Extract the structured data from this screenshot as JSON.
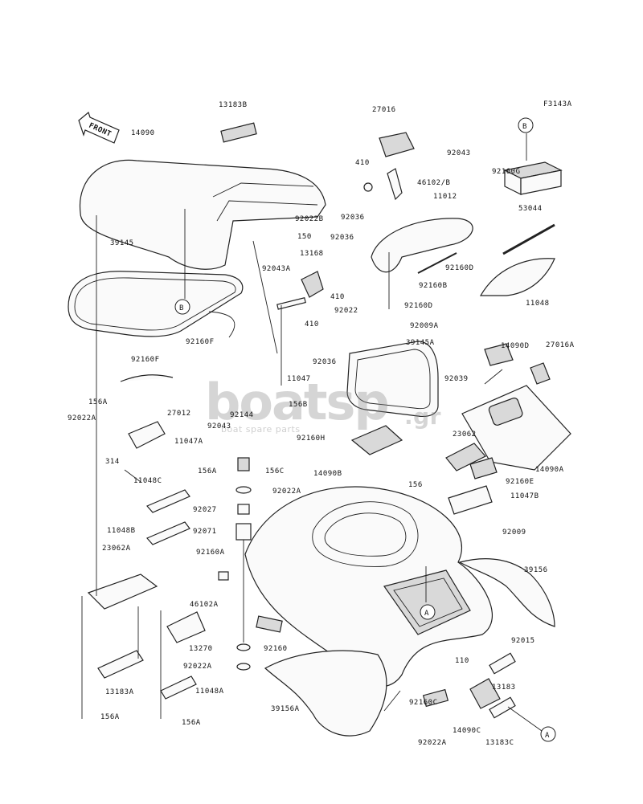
{
  "figure_code": "F3143A",
  "front_label": "FRONT",
  "watermark": {
    "brand": "boatsp",
    "suffix": ".gr",
    "tagline": "boat spare parts"
  },
  "callouts": {
    "a": "A",
    "b": "B"
  },
  "parts": {
    "p13183B": "13183B",
    "p27016": "27016",
    "p92043a": "92043",
    "p14090": "14090",
    "p410a": "410",
    "p46102B": "46102/B",
    "p92160G": "92160G",
    "p11012": "11012",
    "p92036a": "92036",
    "p92022B": "92022B",
    "p53044": "53044",
    "p150": "150",
    "p92036b": "92036",
    "p39145": "39145",
    "p13168": "13168",
    "p92043A": "92043A",
    "p92160D1": "92160D",
    "p410b": "410",
    "p92160B": "92160B",
    "p11048": "11048",
    "p92022a": "92022",
    "p92160D2": "92160D",
    "p92009A": "92009A",
    "p410c": "410",
    "p92160F": "92160F",
    "p14090D": "14090D",
    "p27016A": "27016A",
    "p39145A": "39145A",
    "p92036c": "92036",
    "p92160Fb": "92160F",
    "p11047": "11047",
    "p92039": "92039",
    "p156A1": "156A",
    "p156B": "156B",
    "p27012": "27012",
    "p92022A1": "92022A",
    "p92043b": "92043",
    "p92144": "92144",
    "p11047A": "11047A",
    "p92160H": "92160H",
    "p23062": "23062",
    "p314": "314",
    "p156A2": "156A",
    "p156C": "156C",
    "p14090B": "14090B",
    "p14090A": "14090A",
    "p11048C": "11048C",
    "p92022A2": "92022A",
    "p156": "156",
    "p92160E": "92160E",
    "p11047B": "11047B",
    "p92027": "92027",
    "p11048B": "11048B",
    "p92071": "92071",
    "p92009": "92009",
    "p23062A": "23062A",
    "p92160A": "92160A",
    "p39156": "39156",
    "p46102A": "46102A",
    "p13270": "13270",
    "p92160": "92160",
    "p92015": "92015",
    "p92022A3": "92022A",
    "p110": "110",
    "p13183": "13183",
    "p13183A": "13183A",
    "p11048A": "11048A",
    "p39156A": "39156A",
    "p92160C": "92160C",
    "p14090C": "14090C",
    "p156A3": "156A",
    "p156A4": "156A",
    "p92022A4": "92022A",
    "p13183C": "13183C"
  }
}
